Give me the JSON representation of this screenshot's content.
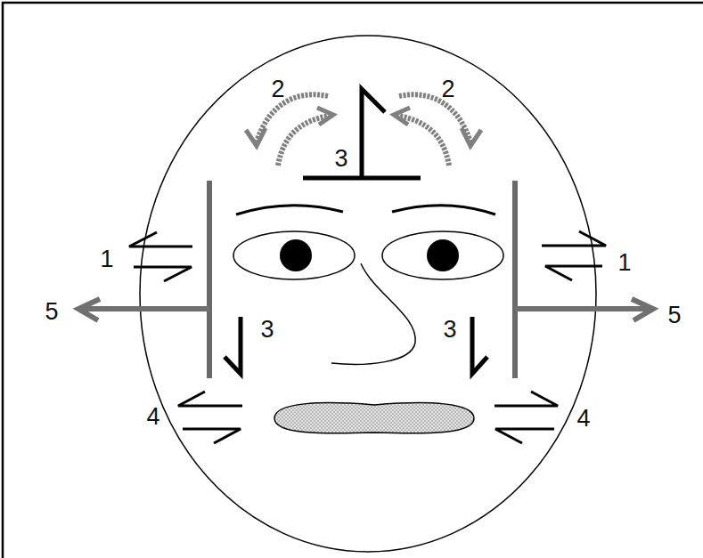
{
  "diagram": {
    "labels": [
      "2",
      "2",
      "3",
      "1",
      "1",
      "5",
      "5",
      "3",
      "3",
      "4",
      "4"
    ]
  }
}
